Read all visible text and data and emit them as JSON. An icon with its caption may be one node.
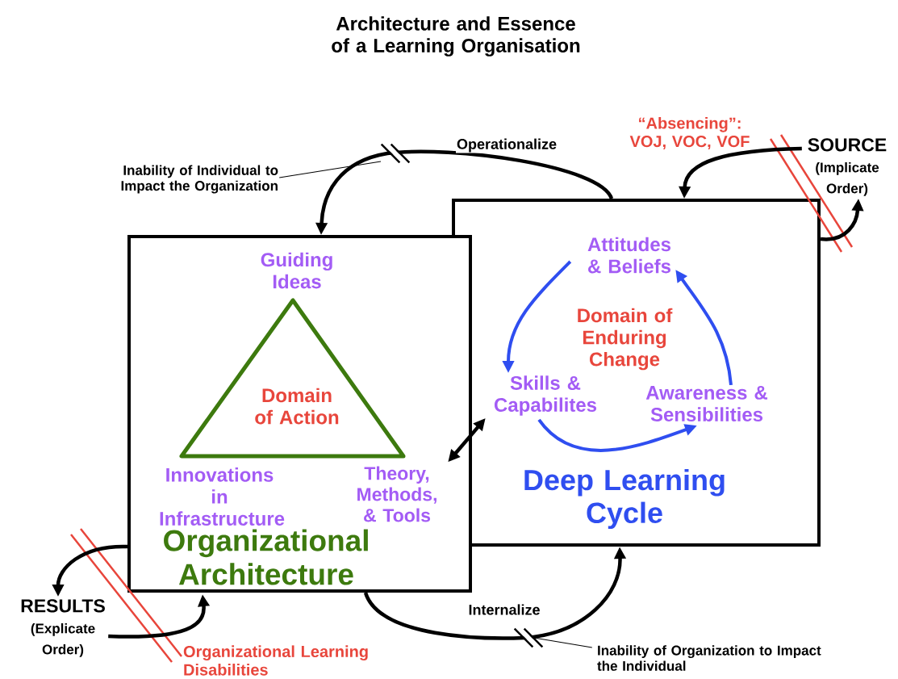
{
  "diagram": {
    "title": "Architecture and Essence of a Learning Organisation",
    "nodes": [
      {
        "text": [
          "Organizational Architecture"
        ]
      },
      {
        "text": [
          "Deep Learning Cycle"
        ]
      },
      {
        "text": [
          "Domain of Action"
        ],
        "in": 0
      },
      {
        "text": [
          "Theory, Methods, & Tools"
        ],
        "in": 0
      },
      {
        "text": [
          "Attitudes & Beliefs"
        ],
        "in": 1
      },
      {
        "text": [
          "Skills & Capabilites"
        ],
        "in": 1
      },
      {
        "text": [
          "Awareness & Sensibilities"
        ],
        "in": 1
      },
      {
        "text": [
          "SOURCE",
          "(Implicate Order)"
        ]
      },
      {
        "text": [
          "RESULTS",
          "(Explicate Order)"
        ]
      },
      {
        "text": [
          "Inability of Individual to Impact the Organization"
        ]
      },
      {
        "text": [
          "Inability of Organization to Impact the Individual"
        ]
      }
    ],
    "edges": [
      {
        "from": 1,
        "to": 0,
        "arrow": "to",
        "label": "Operationalize"
      },
      {
        "from": 0,
        "to": 1,
        "arrow": "to",
        "label": "Internalize"
      },
      {
        "from": 3,
        "to": 5,
        "arrow": "both"
      },
      {
        "from": 4,
        "to": 5,
        "arrow": "to",
        "color": "#2f4ef0"
      },
      {
        "from": 5,
        "to": 6,
        "arrow": "to",
        "color": "#2f4ef0"
      },
      {
        "from": 6,
        "to": 4,
        "arrow": "to",
        "color": "#2f4ef0"
      },
      {
        "from": 7,
        "to": 1,
        "arrow": "to"
      },
      {
        "from": 1,
        "to": 7,
        "arrow": "to"
      },
      {
        "from": 0,
        "to": 8,
        "arrow": "to"
      },
      {
        "from": 8,
        "to": 0,
        "arrow": "to"
      },
      {
        "from": 9,
        "to": null,
        "arrow": "none"
      },
      {
        "from": 10,
        "to": null,
        "arrow": "none"
      }
    ],
    "labels": [
      "“Absencing”: VOJ, VOC, VOF",
      "Guiding Ideas",
      "Domain of Enduring Change",
      "Innovations in Infrastructure",
      "Organizational Learning Disabilities"
    ]
  }
}
